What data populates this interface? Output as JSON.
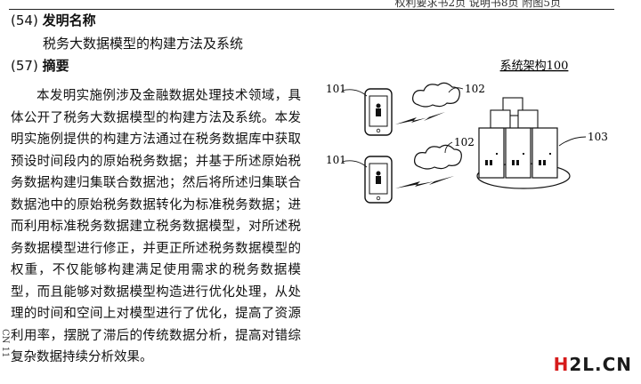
{
  "header": {
    "meta": "权利要求书2页  说明书8页  附图5页"
  },
  "invention_name": {
    "code": "(54)",
    "label": "发明名称",
    "value": "税务大数据模型的构建方法及系统"
  },
  "abstract": {
    "code": "(57)",
    "label": "摘要",
    "text": "本发明实施例涉及金融数据处理技术领域，具体公开了税务大数据模型的构建方法及系统。本发明实施例提供的构建方法通过在税务数据库中获取预设时间段内的原始税务数据；并基于所述原始税务数据构建归集联合数据池；然后将所述归集联合数据池中的原始税务数据转化为标准税务数据；进而利用标准税务数据建立税务数据模型，对所述税务数据模型进行修正，并更正所述税务数据模型的权重，不仅能够构建满足使用需求的税务数据模型，而且能够对数据模型构造进行优化处理，从处理的时间和空间上对模型进行了优化，提高了资源利用率，摆脱了滞后的传统数据分析，提高对错综复杂数据持续分析效果。"
  },
  "figure": {
    "title": "系统架构100",
    "labels": {
      "terminal_top": "101",
      "cloud_top": "102",
      "terminal_bottom": "101",
      "cloud_bottom": "102",
      "server": "103"
    }
  },
  "side_mark": "CN 11",
  "watermark": {
    "first": "H",
    "rest": "2L.CN"
  }
}
